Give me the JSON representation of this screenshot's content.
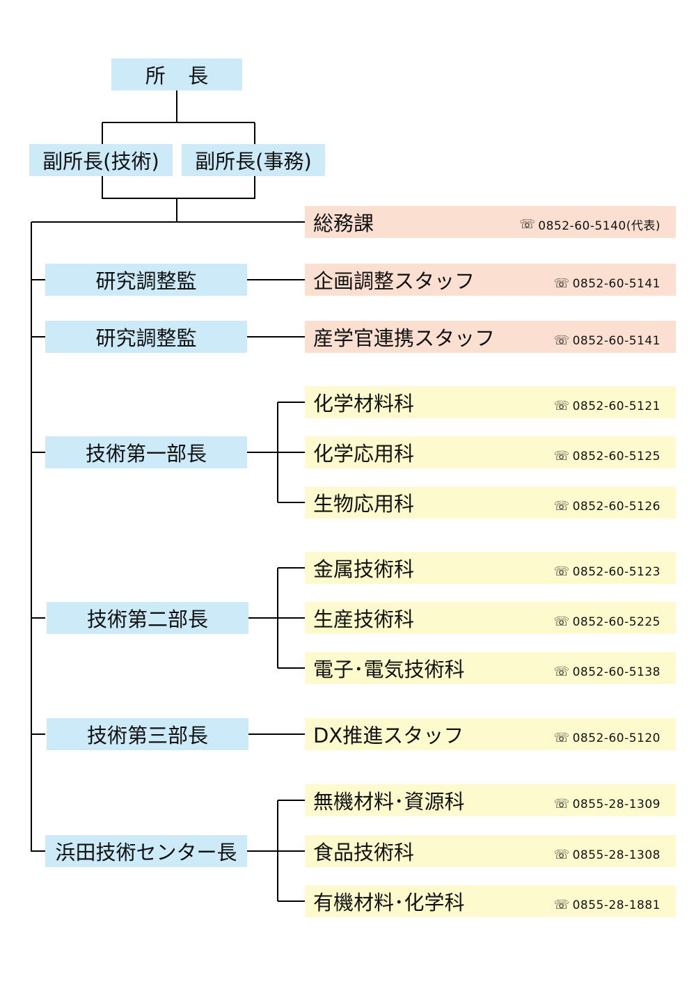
{
  "director": "所 長",
  "deputies": [
    "副所長(技術)",
    "副所長(事務)"
  ],
  "general_affairs": {
    "name": "総務課",
    "phone": "0852-60-5140(代表)"
  },
  "departments": [
    {
      "head": "研究調整監",
      "units": [
        {
          "name": "企画調整スタッフ",
          "phone": "0852-60-5141"
        }
      ]
    },
    {
      "head": "研究調整監",
      "units": [
        {
          "name": "産学官連携スタッフ",
          "phone": "0852-60-5141"
        }
      ]
    },
    {
      "head": "技術第一部長",
      "units": [
        {
          "name": "化学材料科",
          "phone": "0852-60-5121"
        },
        {
          "name": "化学応用科",
          "phone": "0852-60-5125"
        },
        {
          "name": "生物応用科",
          "phone": "0852-60-5126"
        }
      ]
    },
    {
      "head": "技術第二部長",
      "units": [
        {
          "name": "金属技術科",
          "phone": "0852-60-5123"
        },
        {
          "name": "生産技術科",
          "phone": "0852-60-5225"
        },
        {
          "name": "電子･電気技術科",
          "phone": "0852-60-5138"
        }
      ]
    },
    {
      "head": "技術第三部長",
      "units": [
        {
          "name": "DX推進スタッフ",
          "phone": "0852-60-5120"
        }
      ]
    },
    {
      "head": "浜田技術センター長",
      "units": [
        {
          "name": "無機材料･資源科",
          "phone": "0855-28-1309"
        },
        {
          "name": "食品技術科",
          "phone": "0855-28-1308"
        },
        {
          "name": "有機材料･化学科",
          "phone": "0855-28-1881"
        }
      ]
    }
  ],
  "colors": {
    "head_box": "#cdeaf9",
    "admin_box": "#fbe0d2",
    "section_box": "#fdfbcd",
    "line": "#000000"
  },
  "icons": {
    "phone": "telephone-icon"
  }
}
